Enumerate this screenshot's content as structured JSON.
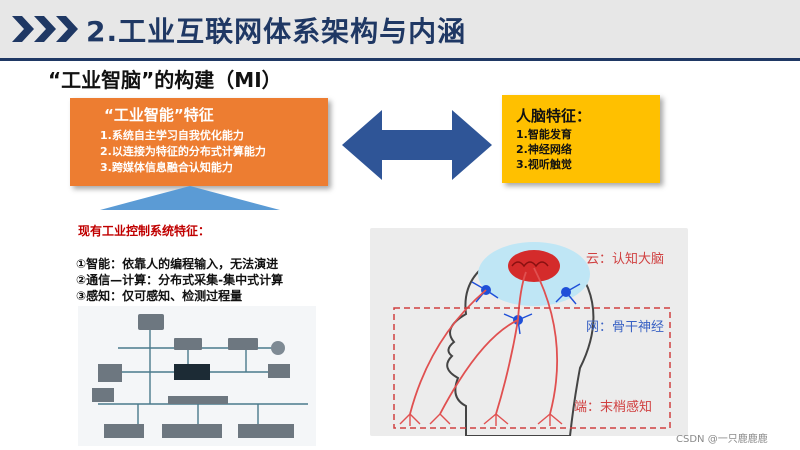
{
  "header": {
    "title": "2.工业互联网体系架构与内涵"
  },
  "section_title": "“工业智脑”的构建（MI）",
  "ai_box": {
    "title": "“工业智能”特征",
    "items": [
      "1.系统自主学习自我优化能力",
      "2.以连接为特征的分布式计算能力",
      "3.跨媒体信息融合认知能力"
    ]
  },
  "brain_box": {
    "title": "人脑特征：",
    "items": [
      "1.智能发育",
      "2.神经网络",
      "3.视听触觉"
    ]
  },
  "ics": {
    "title": "现有工业控制系统特征：",
    "items": [
      "①智能：依靠人的编程输入，无法演进",
      "②通信—计算：分布式采集-集中式计算",
      "③感知：仅可感知、检测过程量"
    ]
  },
  "head_figure": {
    "cloud_label": "云：认知大脑",
    "net_label": "网：骨干神经",
    "end_label": "端：末梢感知"
  },
  "watermark": "CSDN @一只鹿鹿鹿",
  "colors": {
    "header_text": "#1f3864",
    "orange_box": "#ed7d31",
    "yellow_box": "#ffc000",
    "arrow": "#2f5597",
    "triangle": "#5b9bd5",
    "red_text": "#c00000"
  },
  "icons": {
    "header": "chevrons-right-icon",
    "arrow": "double-arrow-icon"
  }
}
